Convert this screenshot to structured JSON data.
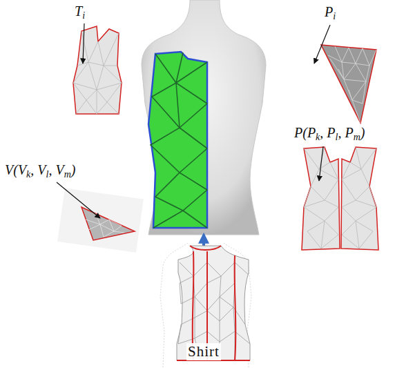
{
  "diagram": {
    "labels": [
      "Ti",
      "Pi",
      "P(Pk, Pl, Pm)",
      "V(Vk, Vl, Vm)",
      "Shirt"
    ]
  }
}
